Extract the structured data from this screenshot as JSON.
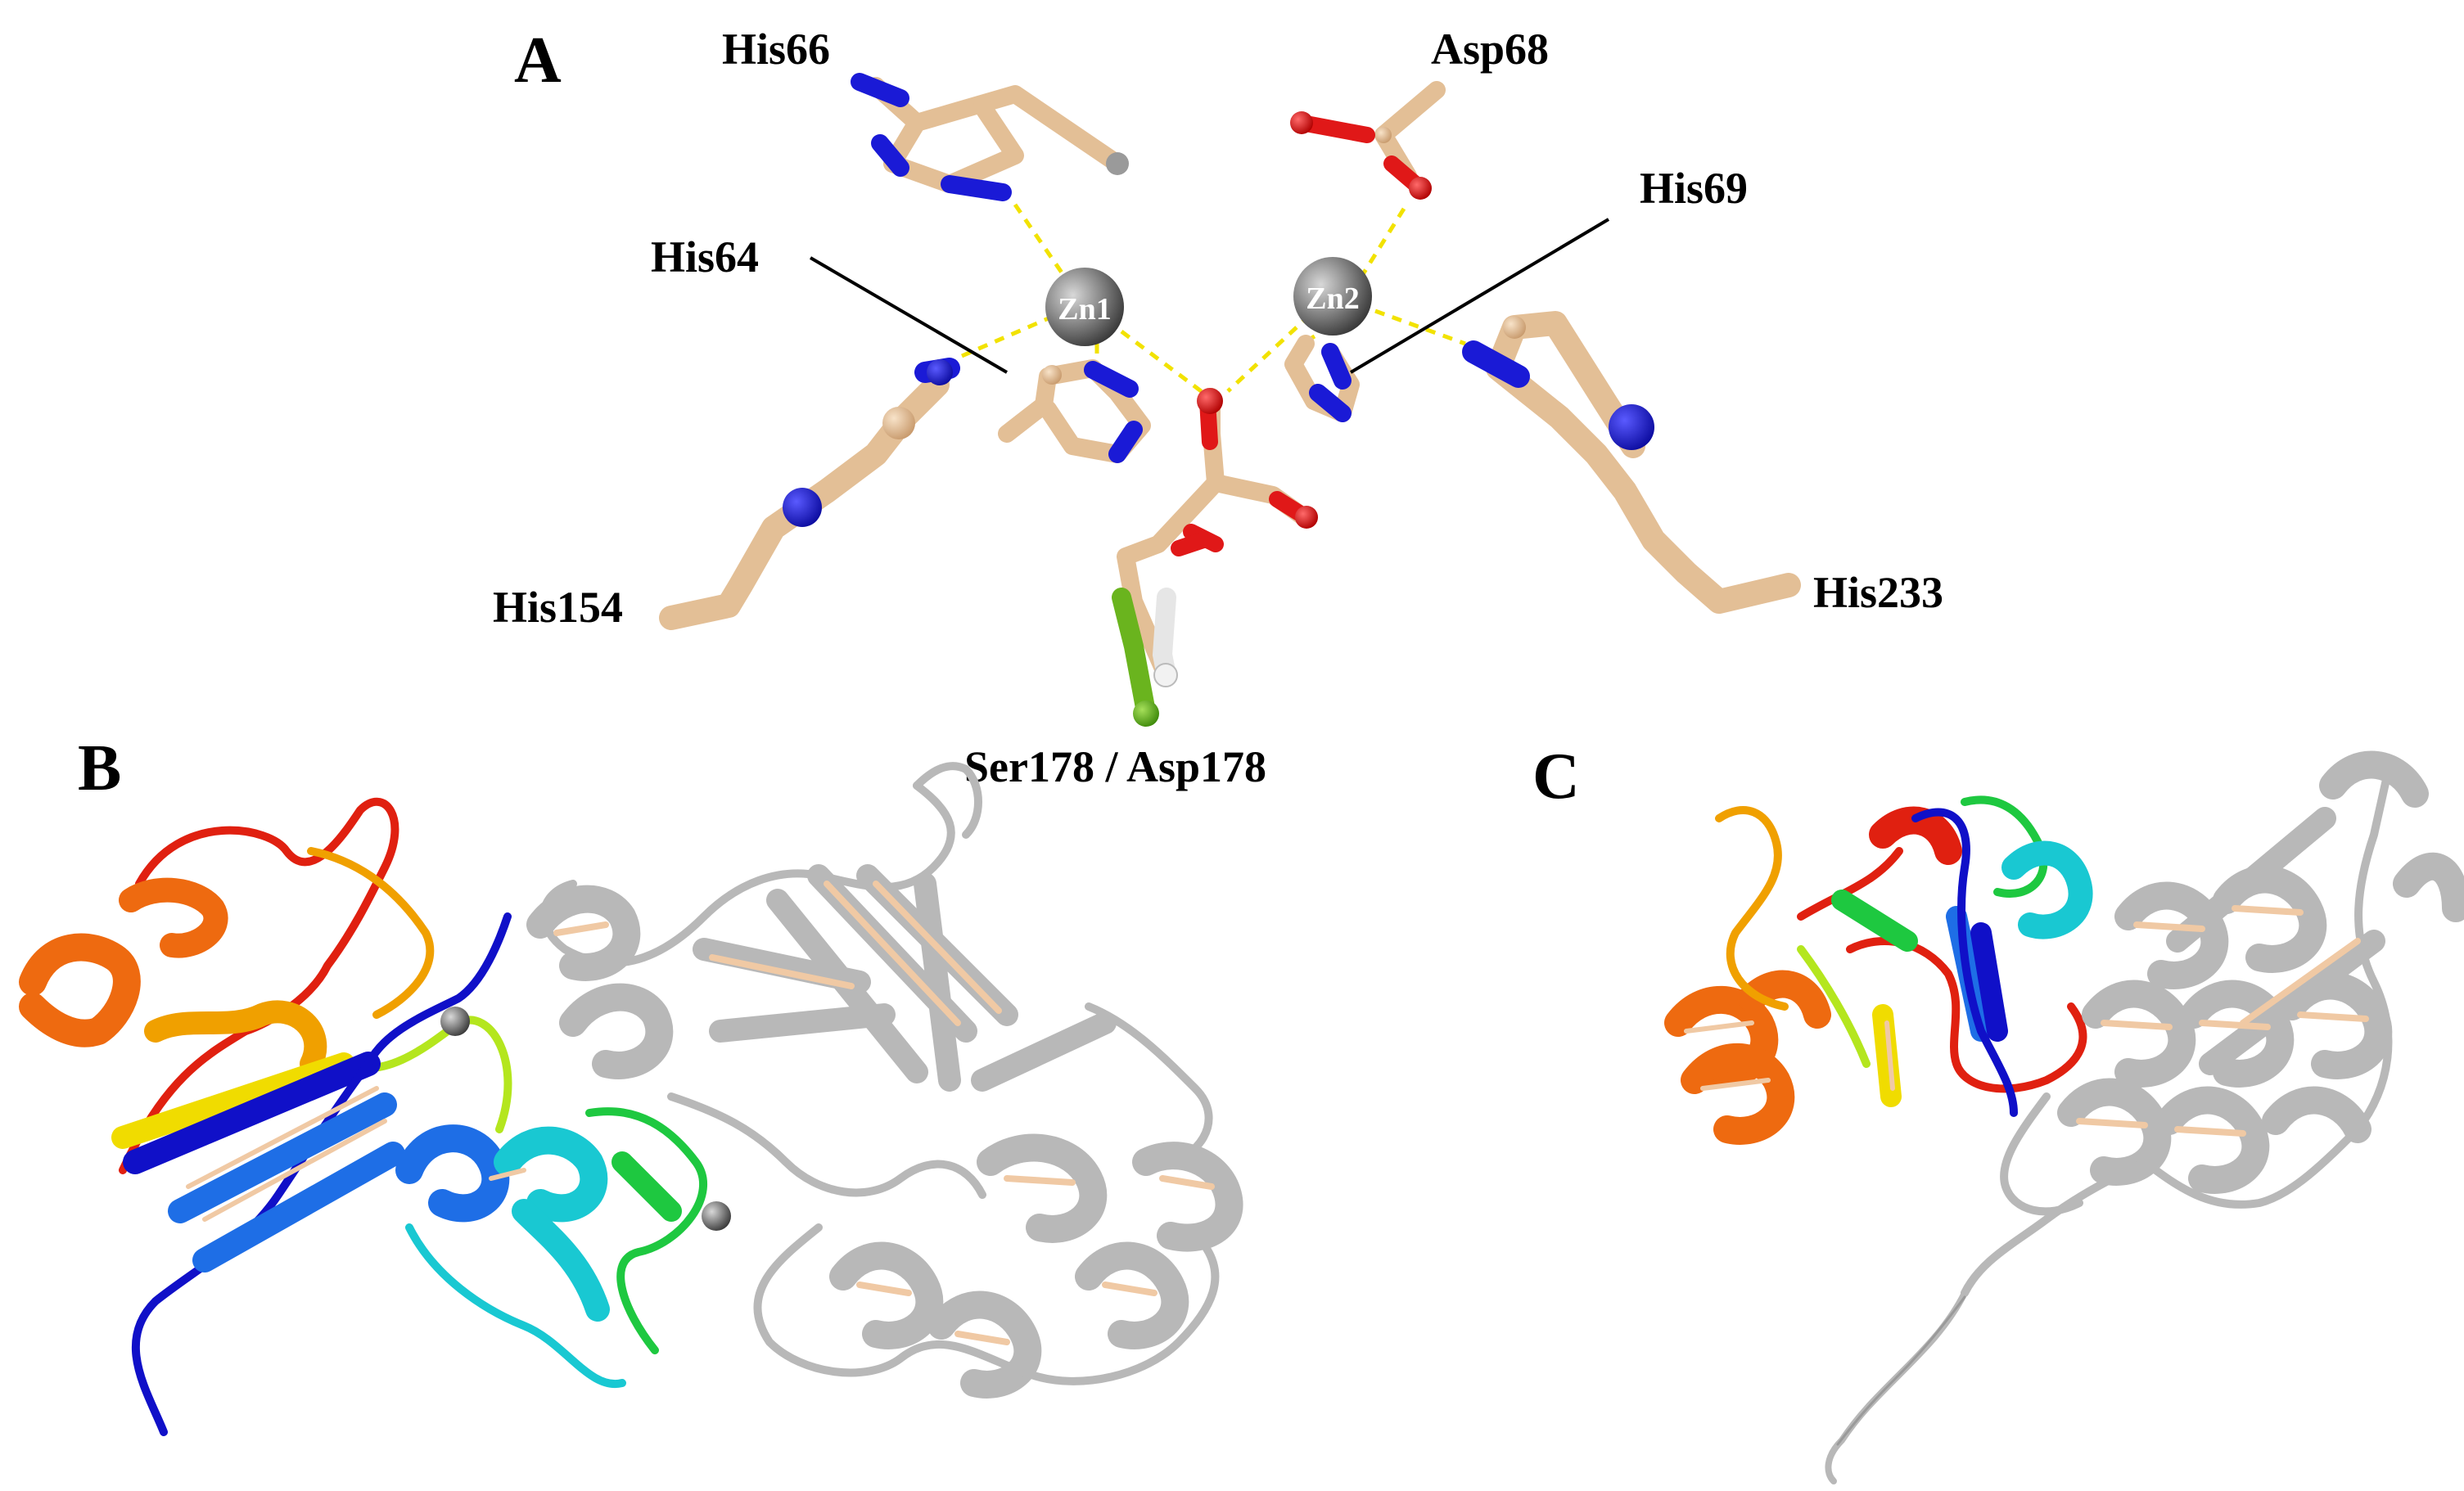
{
  "panels": {
    "a": {
      "letter": "A",
      "residues": {
        "his66": "His66",
        "asp68": "Asp68",
        "his64": "His64",
        "his69": "His69",
        "his154": "His154",
        "his233": "His233",
        "ser178_asp178": "Ser178 / Asp178"
      },
      "metals": {
        "zn1": "Zn1",
        "zn2": "Zn2"
      }
    },
    "b": {
      "letter": "B"
    },
    "c": {
      "letter": "C"
    }
  },
  "colors": {
    "carbon": "#e3bf96",
    "nitrogen": "#1a1ad6",
    "oxygen": "#e01818",
    "zinc": "#8a8a8a",
    "hbond": "#f2e200",
    "serine_carbon_green": "#6ab41e",
    "serine_carbon_white": "#e6e6e6",
    "ribbon_gray": "#b8b8b8",
    "ribbon_wheat": "#f0c9a4",
    "rainbow": [
      "#1010c8",
      "#1e6ee6",
      "#19c8d2",
      "#1ec840",
      "#b4e61e",
      "#f0dc00",
      "#f0a000",
      "#ee6a10",
      "#e02010"
    ]
  }
}
